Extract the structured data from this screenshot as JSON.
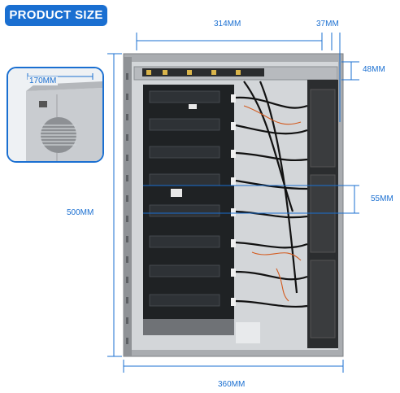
{
  "badge": {
    "label": "PRODUCT SIZE"
  },
  "dimensions": {
    "top_width": "314MM",
    "top_right": "37MM",
    "rail_height": "48MM",
    "height": "500MM",
    "slot_spacing": "55MM",
    "bottom_width": "360MM",
    "inset_width": "170MM"
  },
  "colors": {
    "accent": "#1a6fd1",
    "case": "#a9acb0",
    "board": "#1f2224"
  }
}
